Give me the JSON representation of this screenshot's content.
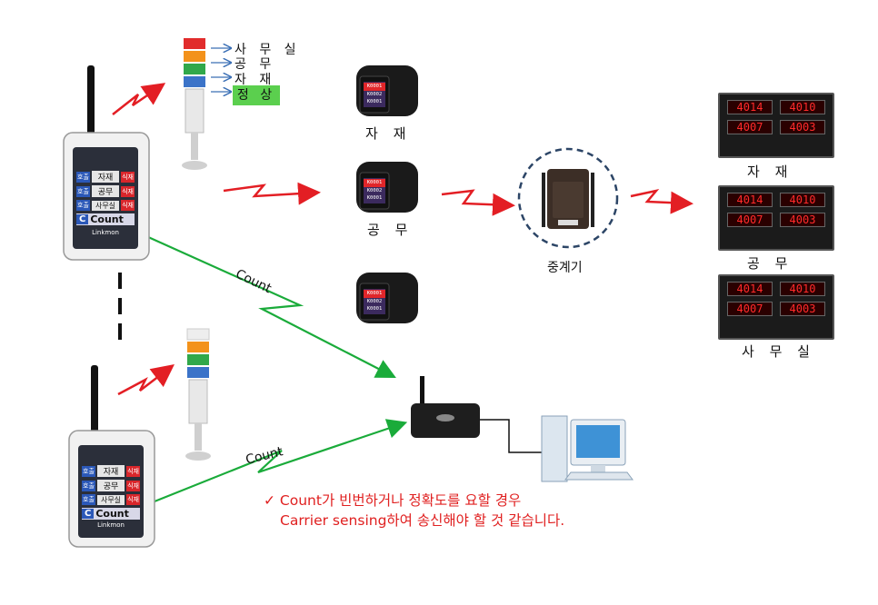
{
  "tower_light_labels": [
    "사 무 실",
    "공  무",
    "자  재"
  ],
  "status_badge": "정  상",
  "panel": {
    "rows": [
      {
        "tag": "호출",
        "label": "자재",
        "action": "식재"
      },
      {
        "tag": "호출",
        "label": "공무",
        "action": "식재"
      },
      {
        "tag": "호출",
        "label": "사무실",
        "action": "식재"
      }
    ],
    "count_tag": "C",
    "count_label": "Count",
    "brand": "Linkmon"
  },
  "watches": [
    {
      "caption": "자  재",
      "screen": [
        "K0001",
        "K0002",
        "K0001"
      ]
    },
    {
      "caption": "공  무",
      "screen": [
        "K0001",
        "K0002",
        "K0001"
      ]
    },
    {
      "caption": "",
      "screen": [
        "K0001",
        "K0002",
        "K0001"
      ]
    }
  ],
  "repeater_label": "중계기",
  "displays": [
    {
      "caption": "자  재",
      "digits": [
        "4014",
        "4010",
        "4007",
        "4003"
      ]
    },
    {
      "caption": "공  무",
      "digits": [
        "4014",
        "4010",
        "4007",
        "4003"
      ]
    },
    {
      "caption": "사 무 실",
      "digits": [
        "4014",
        "4010",
        "4007",
        "4003"
      ]
    }
  ],
  "count_link_label": "Count",
  "notice_lines": [
    "✓ Count가 빈번하거나 정확도를 요할 경우",
    "Carrier sensing하여 송신해야 할 것  같습니다."
  ],
  "colors": {
    "red_link": "#e31e24",
    "green_link": "#1aab3a",
    "badge": "#5bcf4e",
    "notice": "#e02020"
  }
}
